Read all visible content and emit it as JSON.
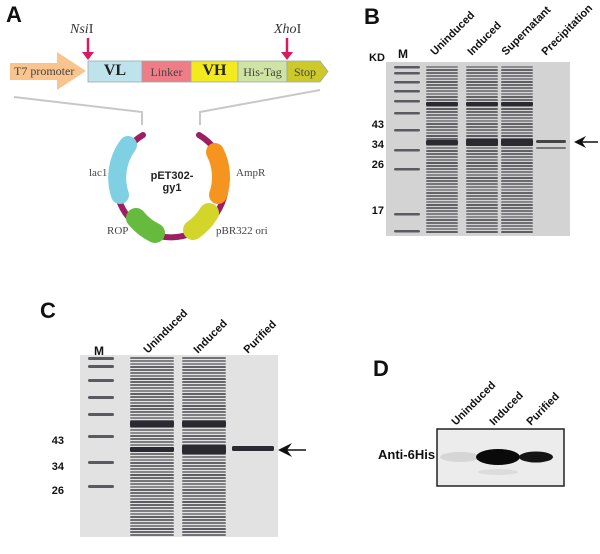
{
  "panels": {
    "A": {
      "letter": "A",
      "restriction_sites": [
        {
          "name": "Nsi",
          "suffix": "I"
        },
        {
          "name": "Xho",
          "suffix": "I"
        }
      ],
      "construct": {
        "promoter": "T7 promoter",
        "segments": [
          {
            "label": "VL",
            "color": "#bfe3ec"
          },
          {
            "label": "Linker",
            "color": "#ef7d87"
          },
          {
            "label": "VH",
            "color": "#f2ea1c"
          },
          {
            "label": "His-Tag",
            "color": "#cfe3a3"
          },
          {
            "label": "Stop",
            "color": "#cdc92a"
          }
        ],
        "promoter_color": "#f9c48e",
        "arrow_color": "#d81b60"
      },
      "plasmid": {
        "name": "pET302-gy1",
        "backbone_color": "#9c1e63",
        "features": [
          {
            "label": "lac1",
            "color": "#7fd0e2"
          },
          {
            "label": "AmpR",
            "color": "#f5951f"
          },
          {
            "label": "ROP",
            "color": "#66bb3e"
          },
          {
            "label": "pBR322 ori",
            "color": "#d4d52a"
          }
        ]
      }
    },
    "B": {
      "letter": "B",
      "unit_label": "KD",
      "marker_label": "M",
      "lanes": [
        "Uninduced",
        "Induced",
        "Supernatant",
        "Precipitation"
      ],
      "mw_markers": [
        "43",
        "34",
        "26",
        "17"
      ]
    },
    "C": {
      "letter": "C",
      "marker_label": "M",
      "lanes": [
        "Uninduced",
        "Induced",
        "Purified"
      ],
      "mw_markers": [
        "43",
        "34",
        "26"
      ]
    },
    "D": {
      "letter": "D",
      "antibody_label": "Anti-6His",
      "lanes": [
        "Uninduced",
        "Induced",
        "Purified"
      ]
    }
  }
}
